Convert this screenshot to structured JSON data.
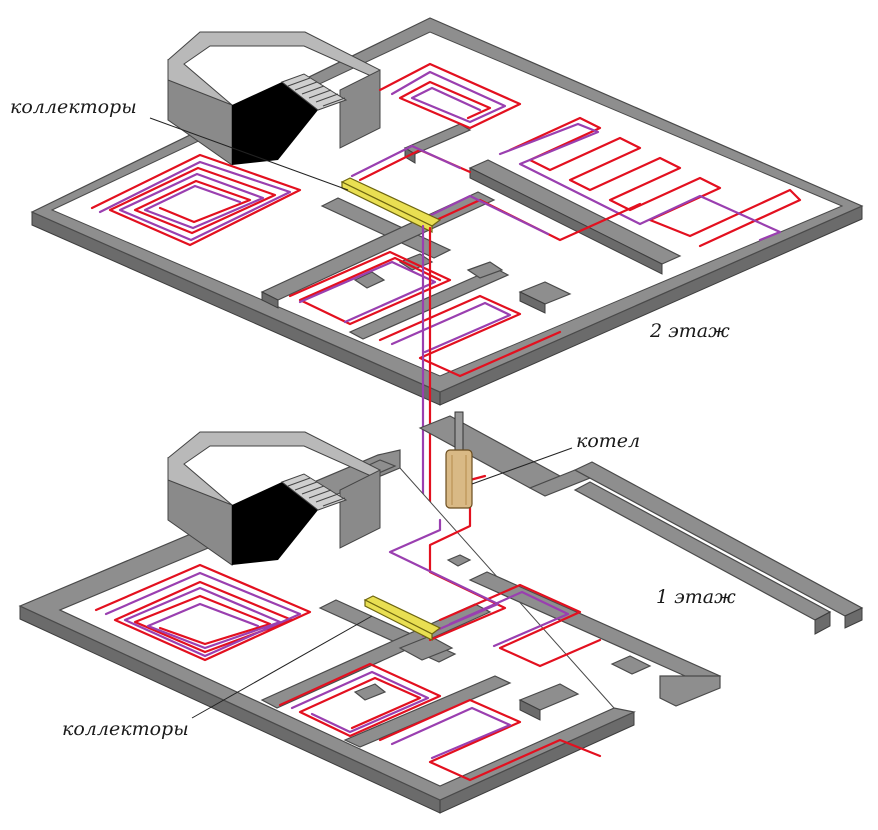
{
  "labels": {
    "collectors_top": "коллекторы",
    "floor_2": "2 этаж",
    "boiler": "котел",
    "floor_1": "1 этаж",
    "collectors_bottom": "коллекторы"
  },
  "colors": {
    "supply_pipe": "#e3101f",
    "return_pipe": "#9a3fb0",
    "wall": "#8e8e8e",
    "manifold": "#e9df52",
    "boiler": "#d9b985"
  },
  "icons": {
    "stairs": "staircase-icon",
    "boiler": "boiler-icon",
    "manifold": "manifold-icon"
  }
}
